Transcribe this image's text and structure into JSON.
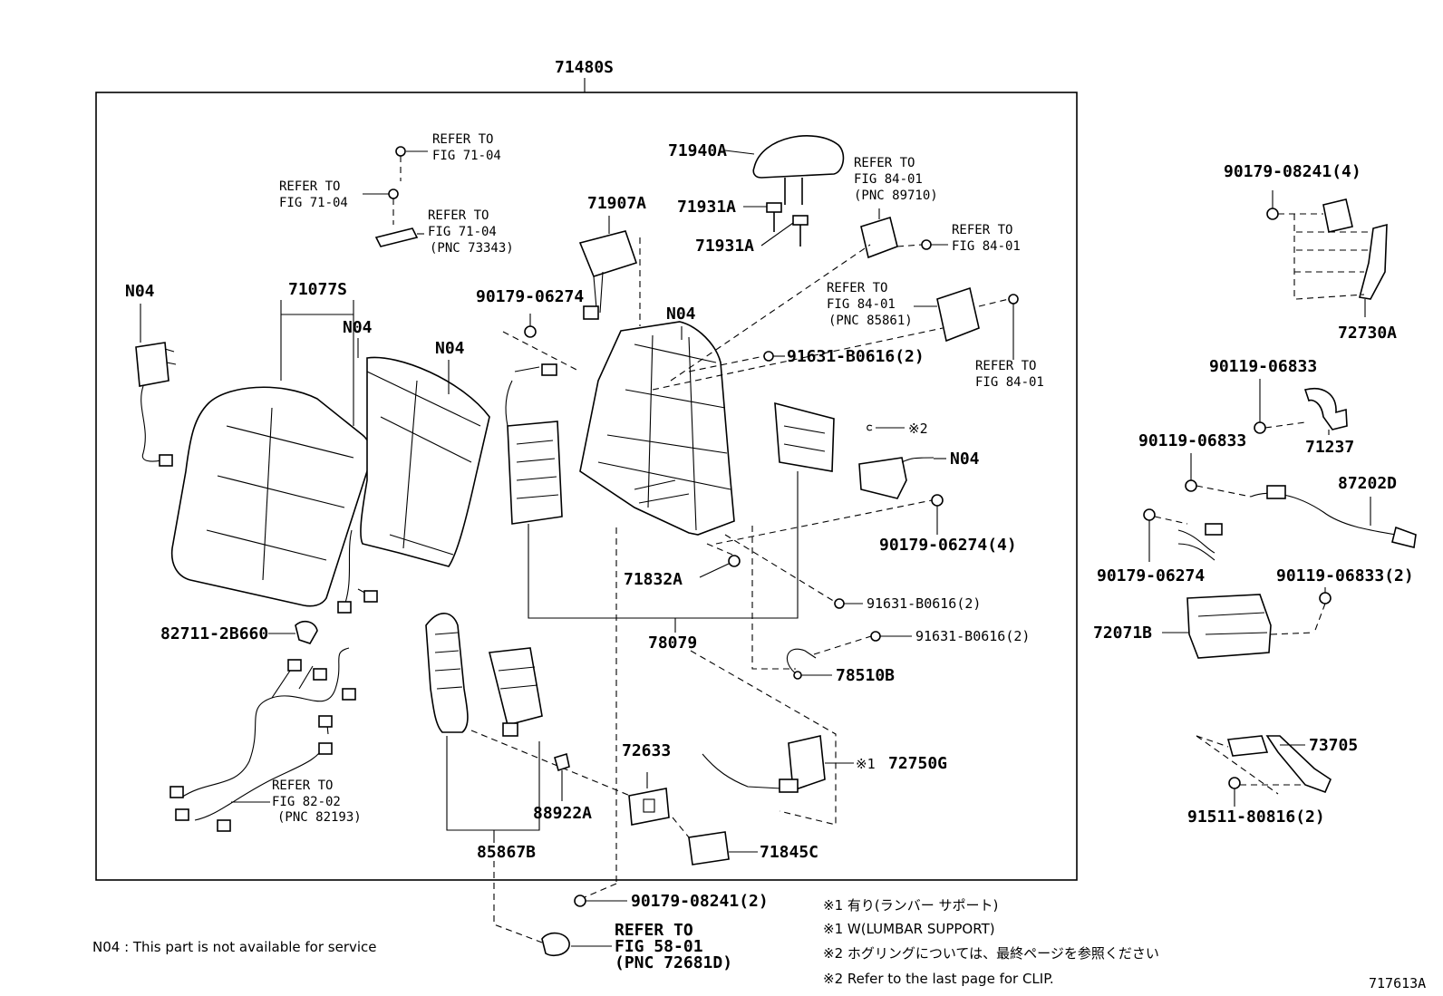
{
  "diagram": {
    "figure_code": "717613A",
    "assembly_label": "71480S",
    "parts": {
      "p71077S": "71077S",
      "p71940A": "71940A",
      "p71931A_1": "71931A",
      "p71931A_2": "71931A",
      "p71907A": "71907A",
      "p90179_06274_a": "90179-06274",
      "p90179_06274_4": "90179-06274(4)",
      "p90179_06274_b": "90179-06274",
      "p91631_1": "91631-B0616(2)",
      "p91631_2": "91631-B0616(2)",
      "p91631_3": "91631-B0616(2)",
      "p71832A": "71832A",
      "p78079": "78079",
      "p78510B": "78510B",
      "p82711": "82711-2B660",
      "p72633": "72633",
      "p88922A": "88922A",
      "p85867B": "85867B",
      "p71845C": "71845C",
      "p72750G": "72750G",
      "p90179_08241_2": "90179-08241(2)",
      "p90179_08241_4": "90179-08241(4)",
      "p72730A": "72730A",
      "p90119_06833_a": "90119-06833",
      "p90119_06833_b": "90119-06833",
      "p90119_06833_2": "90119-06833(2)",
      "p71237": "71237",
      "p87202D": "87202D",
      "p72071B": "72071B",
      "p73705": "73705",
      "p91511": "91511-80816(2)"
    },
    "n04": [
      "N04",
      "N04",
      "N04",
      "N04",
      "N04"
    ],
    "refer": {
      "refer_to": "REFER TO",
      "fig_71_04": "FIG 71-04",
      "fig_84_01": "FIG 84-01",
      "fig_82_02": "FIG 82-02",
      "fig_58_01": "FIG 58-01",
      "pnc_73343": "(PNC 73343)",
      "pnc_89710": "(PNC 89710)",
      "pnc_85861": "(PNC 85861)",
      "pnc_82193": "(PNC 82193)",
      "pnc_72681d": "(PNC 72681D)"
    },
    "marks": {
      "m1": "※1",
      "m2": "※2"
    },
    "notes": {
      "n04_note": "N04 : This part is not available for service",
      "note1_jp": "※1 有り(ランバー サポート)",
      "note1_en": "※1 W(LUMBAR SUPPORT)",
      "note2_jp": "※2 ホグリングについては、最終ページを参照ください",
      "note2_en": "※2 Refer to the last page for CLIP."
    }
  }
}
